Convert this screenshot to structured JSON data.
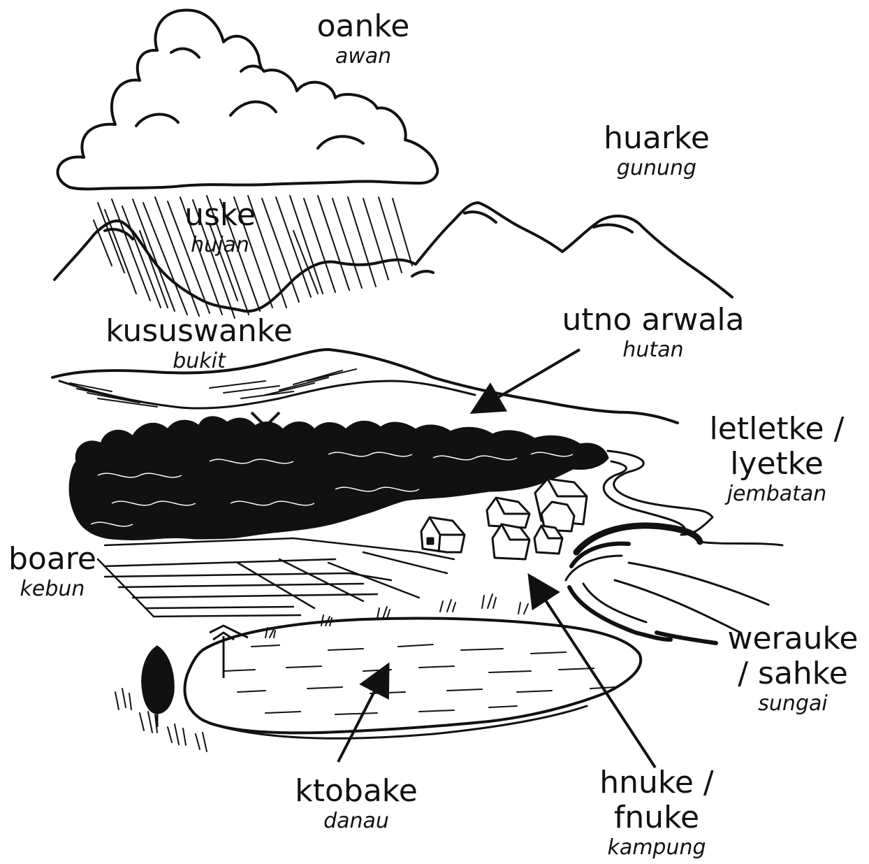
{
  "labels": {
    "cloud": {
      "term": "oanke",
      "gloss": "awan"
    },
    "mountain": {
      "term": "huarke",
      "gloss": "gunung"
    },
    "rain": {
      "term": "uske",
      "gloss": "hujan"
    },
    "hill": {
      "term": "kususwanke",
      "gloss": "bukit"
    },
    "forest": {
      "term": "utno arwala",
      "gloss": "hutan"
    },
    "bridge": {
      "term_line1": "letletke /",
      "term_line2": "lyetke",
      "gloss": "jembatan"
    },
    "garden": {
      "term": "boare",
      "gloss": "kebun"
    },
    "river": {
      "term_line1": "werauke",
      "term_line2": "/ sahke",
      "gloss": "sungai"
    },
    "lake": {
      "term": "ktobake",
      "gloss": "danau"
    },
    "village": {
      "term_line1": "hnuke /",
      "term_line2": "fnuke",
      "gloss": "kampung"
    }
  },
  "colors": {
    "ink": "#111111",
    "paper": "#ffffff"
  }
}
